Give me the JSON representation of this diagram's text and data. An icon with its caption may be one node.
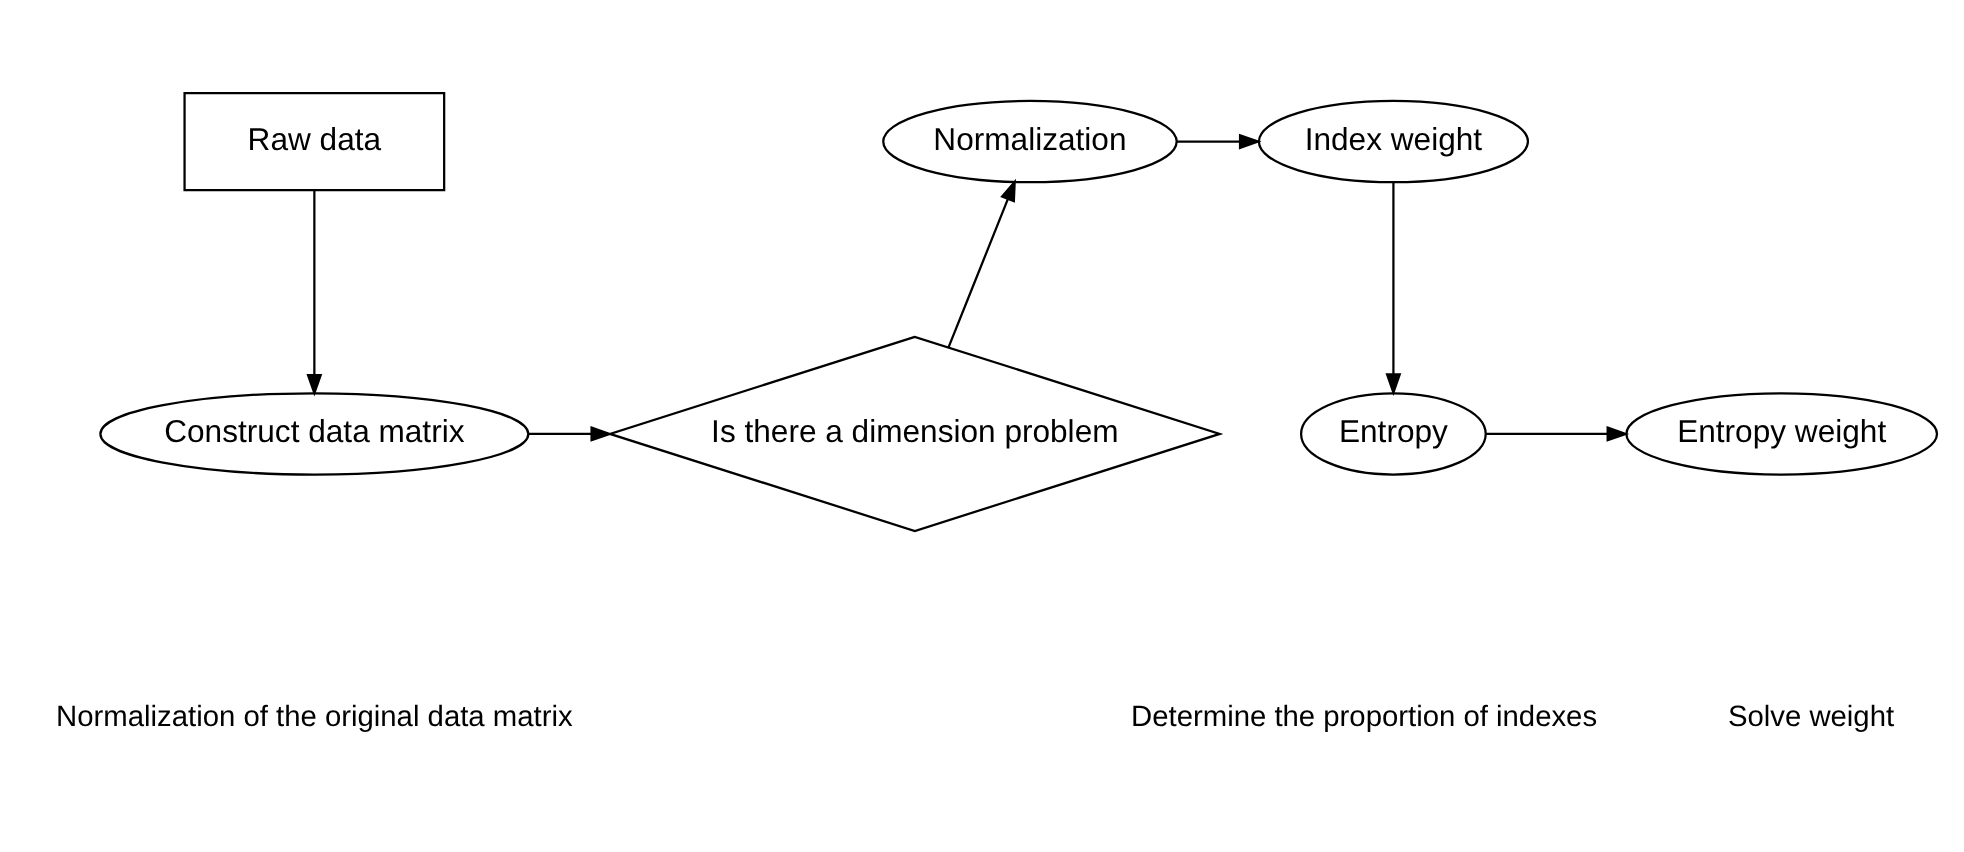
{
  "diagram": {
    "nodes": [
      {
        "text": [
          "Raw data"
        ]
      },
      {
        "text": [
          "Construct data matrix"
        ]
      },
      {
        "text": [
          "Is there a dimension problem"
        ]
      },
      {
        "text": [
          "Normalization"
        ]
      },
      {
        "text": [
          "Index weight"
        ]
      },
      {
        "text": [
          "Entropy"
        ]
      },
      {
        "text": [
          "Entropy weight"
        ]
      }
    ],
    "edges": [
      {
        "from": 0,
        "to": 1,
        "arrow": "to"
      },
      {
        "from": 1,
        "to": 2,
        "arrow": "to"
      },
      {
        "from": 2,
        "to": 3,
        "arrow": "to"
      },
      {
        "from": 3,
        "to": 4,
        "arrow": "to"
      },
      {
        "from": 4,
        "to": 5,
        "arrow": "to"
      },
      {
        "from": 5,
        "to": 6,
        "arrow": "to"
      }
    ],
    "labels": [
      "Normalization of the original data matrix",
      "Determine the proportion of indexes",
      "Solve weight"
    ]
  }
}
